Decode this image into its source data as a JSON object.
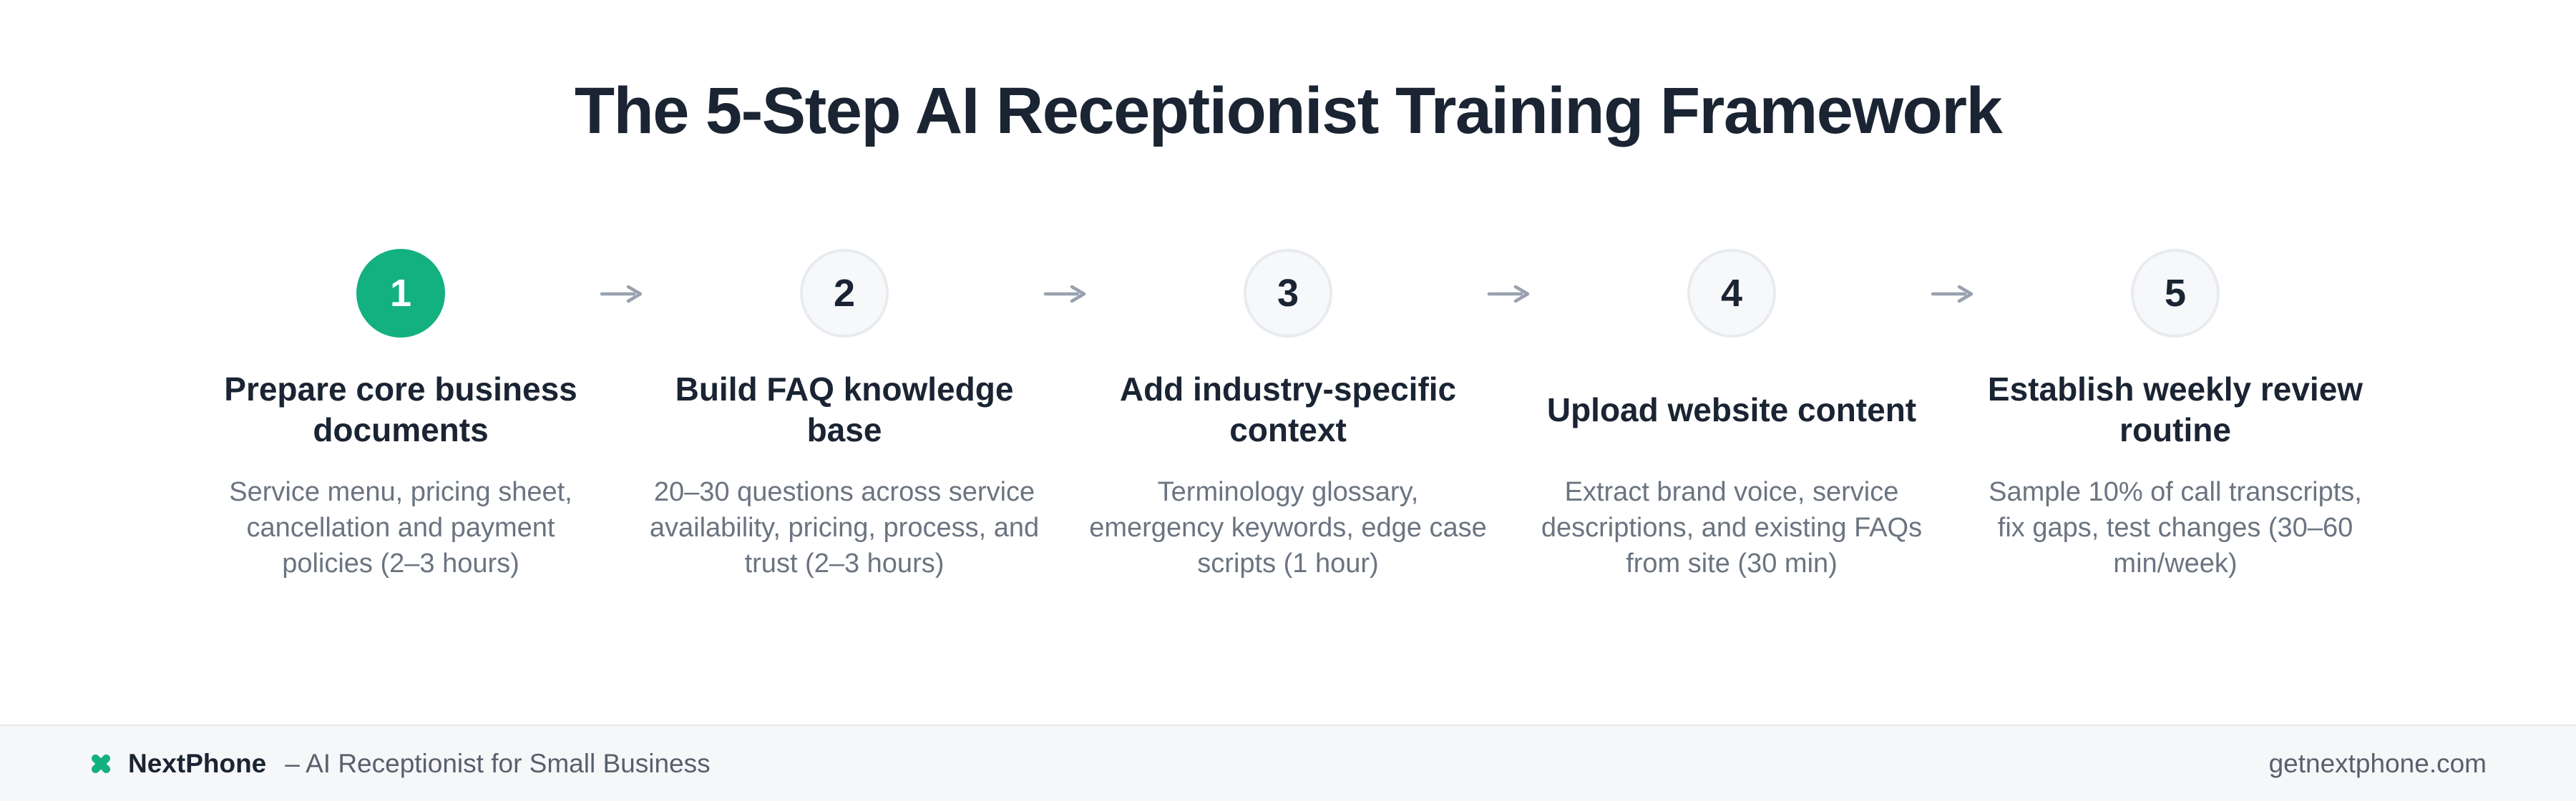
{
  "title": "The 5-Step AI Receptionist Training Framework",
  "steps": [
    {
      "number": "1",
      "active": true,
      "title": "Prepare core business documents",
      "description": "Service menu, pricing sheet, cancellation and payment policies (2–3 hours)"
    },
    {
      "number": "2",
      "active": false,
      "title": "Build FAQ knowledge base",
      "description": "20–30 questions across service availability, pricing, process, and trust (2–3 hours)"
    },
    {
      "number": "3",
      "active": false,
      "title": "Add industry-specific context",
      "description": "Terminology glossary, emergency keywords, edge case scripts (1 hour)"
    },
    {
      "number": "4",
      "active": false,
      "title": "Upload website content",
      "description": "Extract brand voice, service descriptions, and existing FAQs from site (30 min)"
    },
    {
      "number": "5",
      "active": false,
      "title": "Establish weekly review routine",
      "description": "Sample 10% of call transcripts, fix gaps, test changes (30–60 min/week)"
    }
  ],
  "icons": {
    "connector": "arrow-right-icon",
    "brand_logo": "x-mark-icon"
  },
  "footer": {
    "brand": "NextPhone",
    "tagline": "– AI Receptionist for Small Business",
    "url": "getnextphone.com"
  },
  "colors": {
    "accent": "#13b17f",
    "ink": "#1a2433",
    "muted": "#6b7480",
    "arrow": "#98a1ad",
    "circle_fill": "#f7f8fa",
    "circle_border": "#e8ebef",
    "footer_bg": "#f6f7f9",
    "footer_border": "#e8eaed",
    "footer_text": "#58606d"
  }
}
